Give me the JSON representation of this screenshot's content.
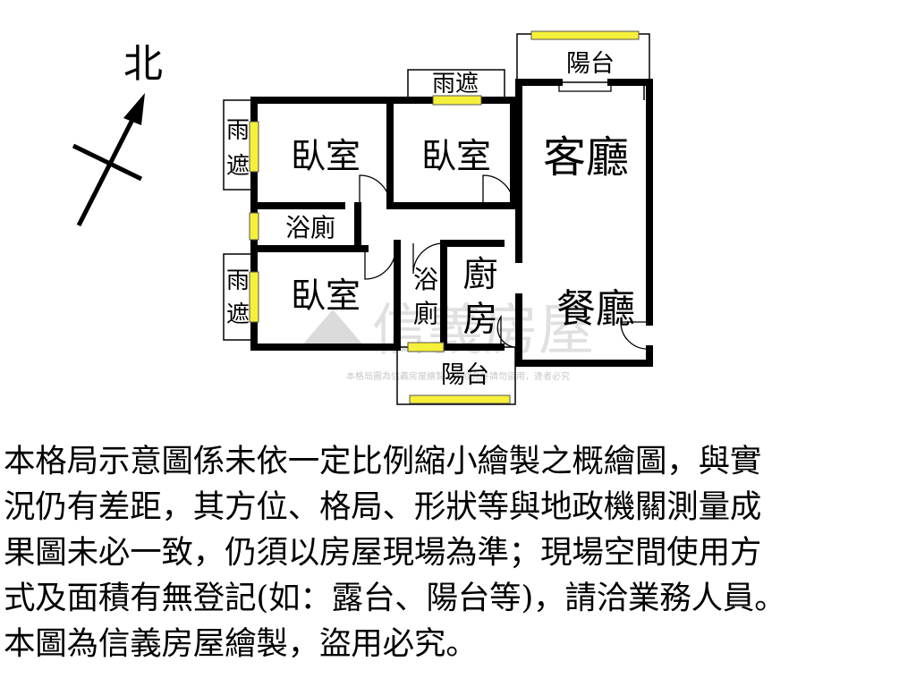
{
  "compass": {
    "label": "北"
  },
  "rooms": {
    "bedroom_top_left": "臥室",
    "bedroom_top_mid": "臥室",
    "bedroom_bottom_left": "臥室",
    "living_room": "客廳",
    "dining_room": "餐廳",
    "bath_left": "浴廁",
    "bath_mid_1": "浴",
    "bath_mid_2": "廁",
    "kitchen_1": "廚",
    "kitchen_2": "房",
    "balcony_top": "陽台",
    "balcony_bottom": "陽台",
    "canopy_top": "雨遮",
    "canopy_left_top_1": "雨",
    "canopy_left_top_2": "遮",
    "canopy_left_bot_1": "雨",
    "canopy_left_bot_2": "遮"
  },
  "watermark": {
    "brand": "信義房屋",
    "notice": "本格局圖為信義房屋繪製，未經允許請勿盜用，違者必究"
  },
  "disclaimer": {
    "lines": [
      "本格局示意圖係未依一定比例縮小繪製之概繪圖，與實",
      "況仍有差距，其方位、格局、形狀等與地政機關測量成",
      "果圖未必一致，仍須以房屋現場為準；現場空間使用方",
      "式及面積有無登記(如：露台、陽台等)，請洽業務人員。",
      "本圖為信義房屋繪製，盜用必究。"
    ]
  },
  "colors": {
    "wall": "#000000",
    "window": "#f5f03a",
    "watermark": "#c8c8c8"
  }
}
